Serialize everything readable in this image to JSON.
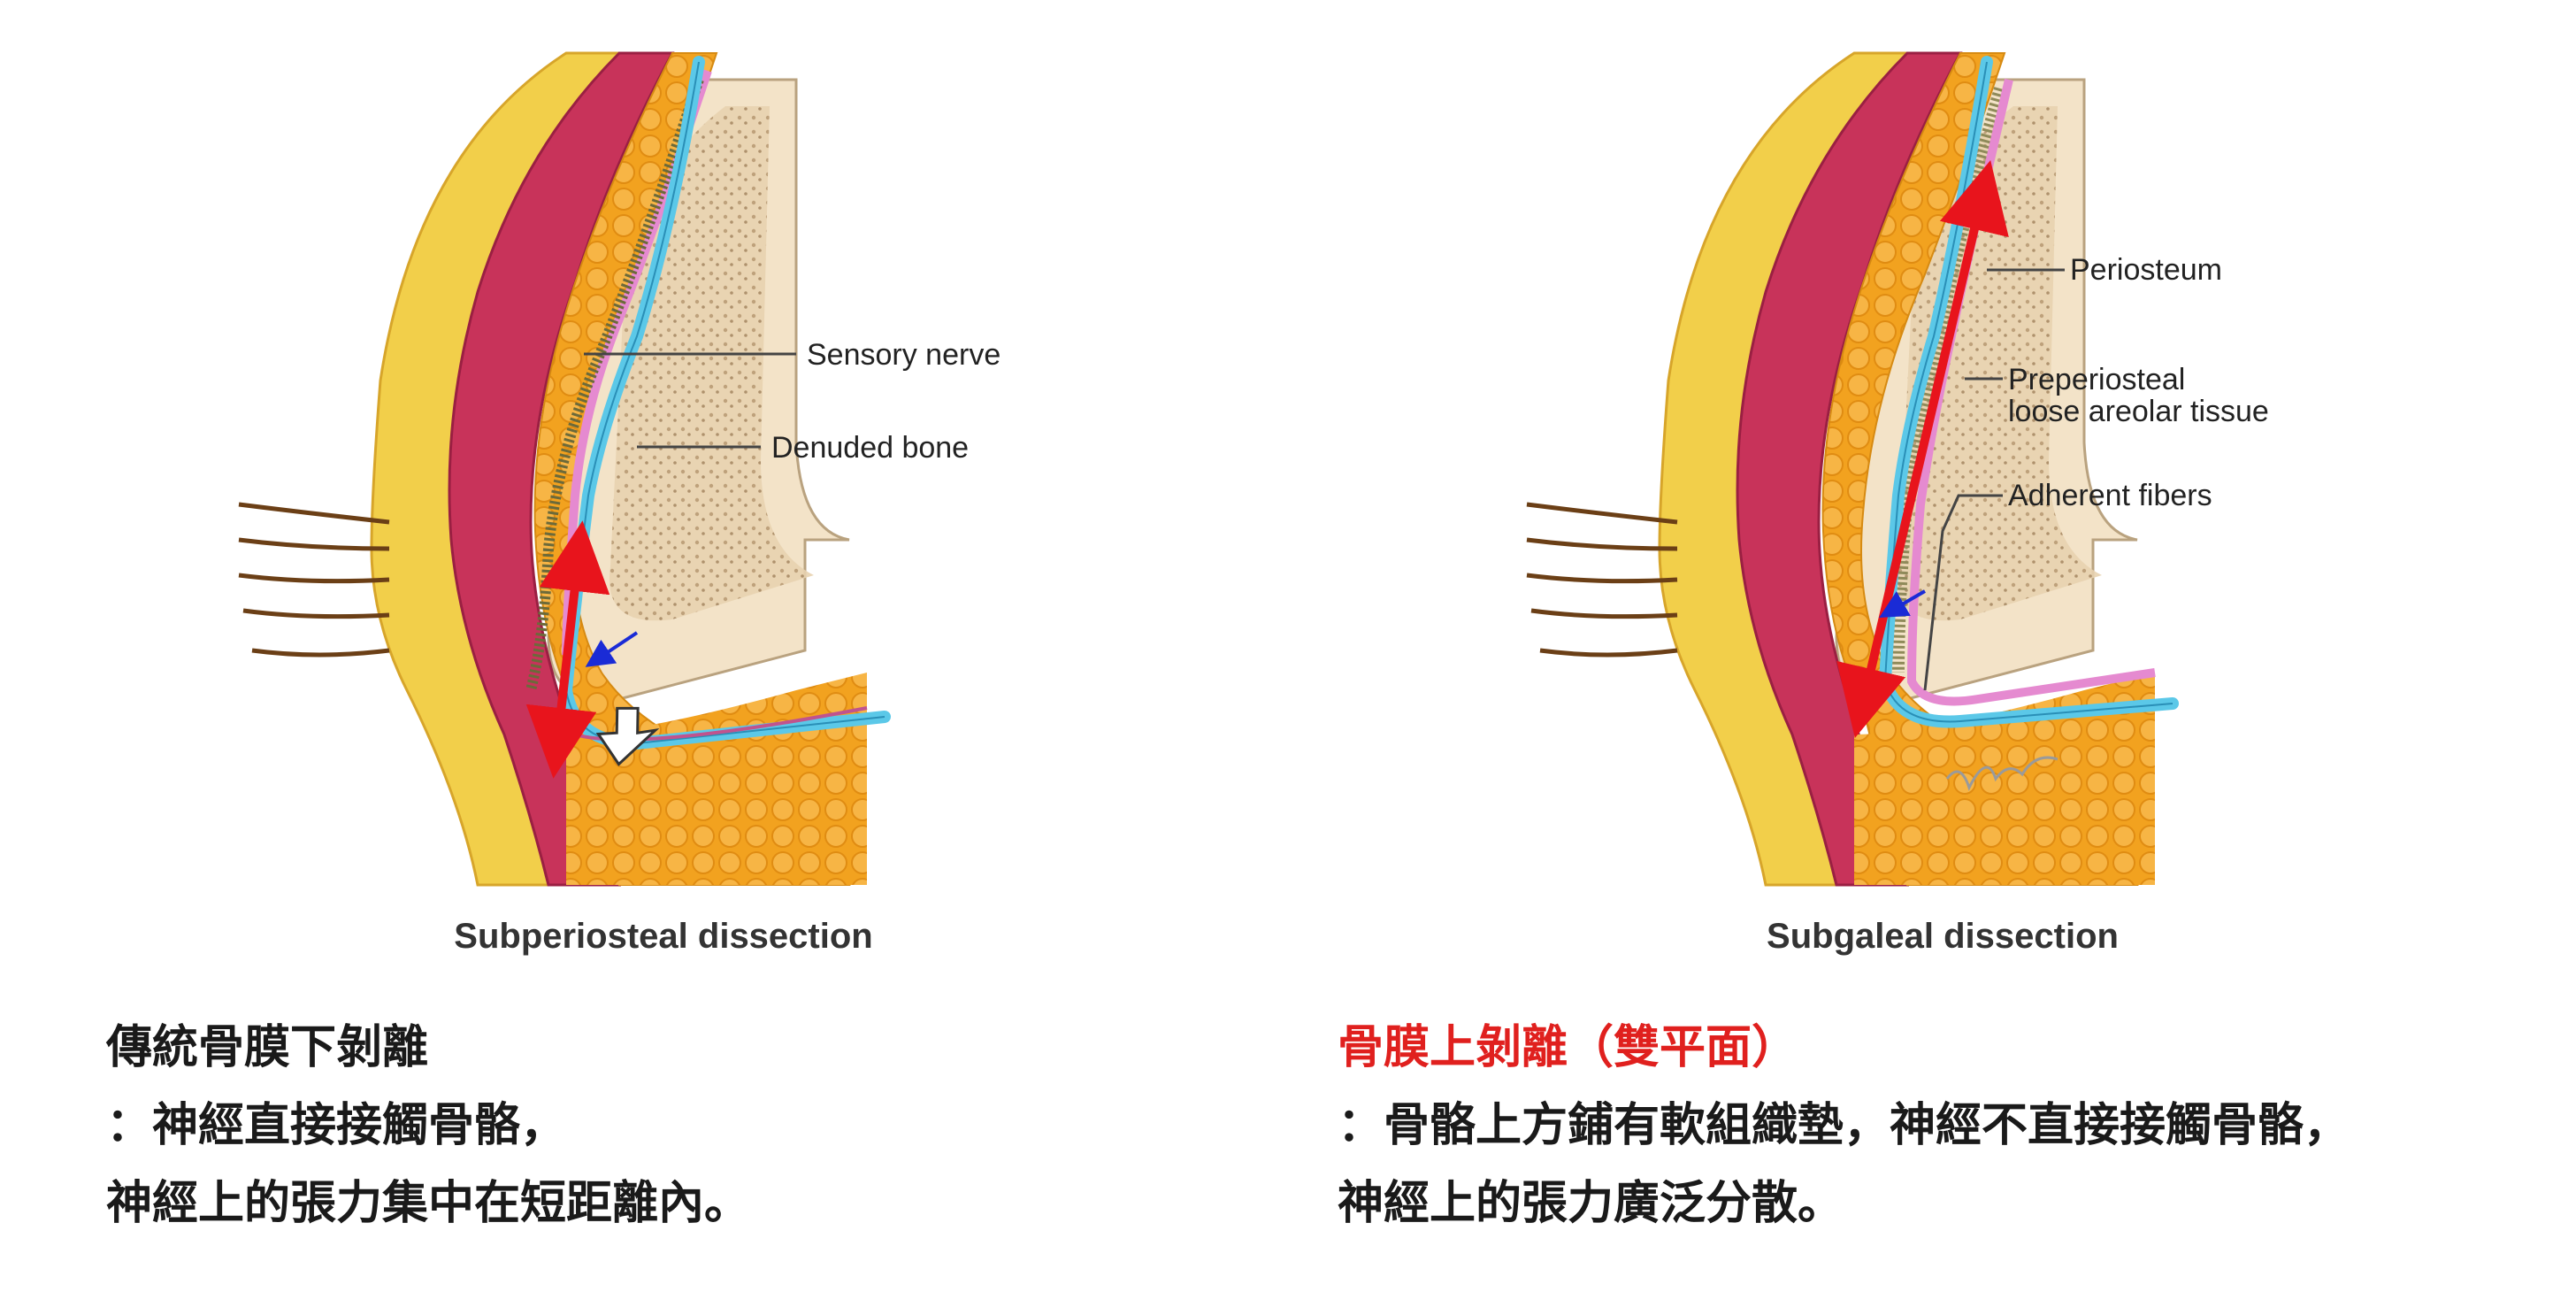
{
  "left_panel": {
    "labels": {
      "sensory_nerve": "Sensory nerve",
      "denuded_bone": "Denuded bone"
    },
    "caption": "Subperiosteal dissection",
    "description": {
      "title": "傳統骨膜下剝離",
      "line2": "：神經直接接觸骨骼，",
      "line3": "神經上的張力集中在短距離內。"
    }
  },
  "right_panel": {
    "labels": {
      "periosteum": "Periosteum",
      "preperiosteal_1": "Preperiosteal",
      "preperiosteal_2": "loose areolar tissue",
      "adherent_fibers": "Adherent fibers"
    },
    "caption": "Subgaleal dissection",
    "description": {
      "title": "骨膜上剝離（雙平面）",
      "line2": "：骨骼上方鋪有軟組織墊，神經不直接接觸骨骼，",
      "line3": "神經上的張力廣泛分散。"
    }
  },
  "colors": {
    "skin_yellow": "#f2cf4a",
    "muscle_red": "#c8335a",
    "fat_orange": "#f5a623",
    "nerve_blue": "#5bc8e8",
    "periosteum_pink": "#e58ad0",
    "bone_beige": "#f3e3c8",
    "tension_arrow": "#e8141c",
    "small_arrow": "#1a2bd6",
    "red_heading": "#e0201e"
  }
}
